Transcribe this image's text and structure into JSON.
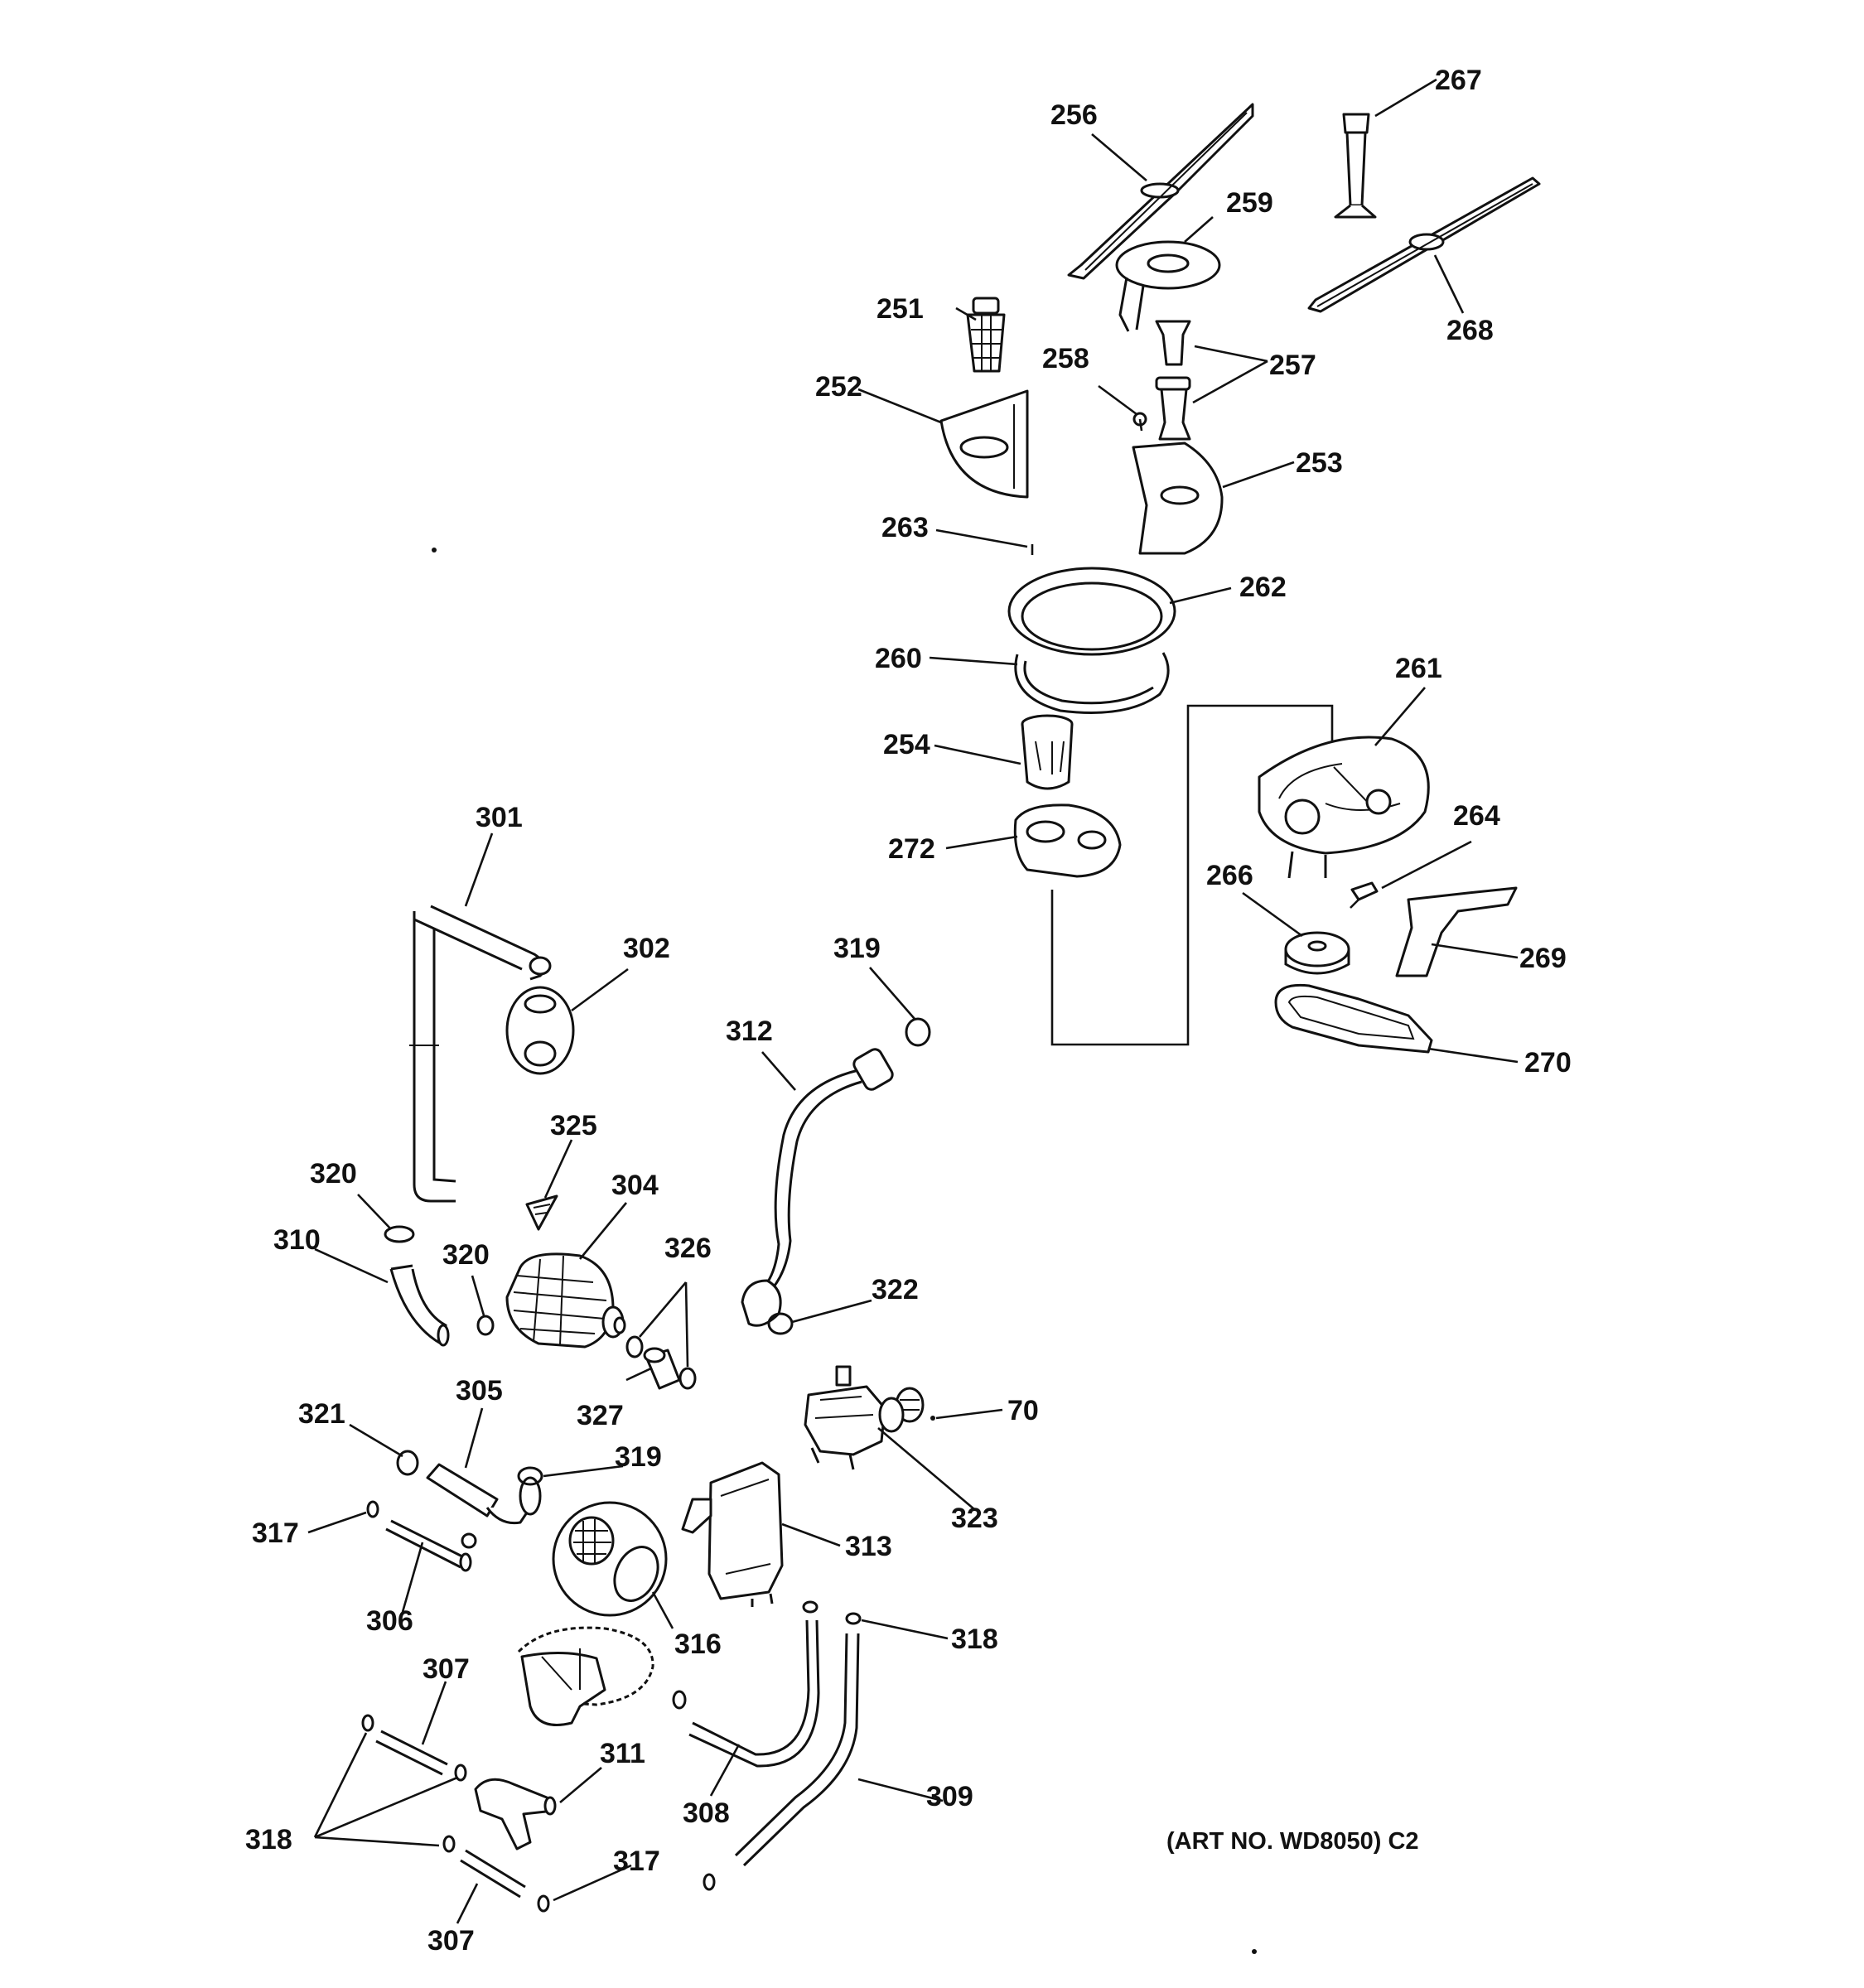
{
  "diagram": {
    "art_number": "(ART NO. WD8050) C2",
    "labels": [
      "256",
      "267",
      "259",
      "251",
      "268",
      "258",
      "257",
      "252",
      "253",
      "263",
      "262",
      "260",
      "261",
      "254",
      "264",
      "272",
      "266",
      "269",
      "270",
      "301",
      "302",
      "319",
      "312",
      "325",
      "304",
      "320",
      "326",
      "310",
      "320",
      "322",
      "305",
      "327",
      "70",
      "321",
      "319",
      "317",
      "323",
      "313",
      "306",
      "318",
      "316",
      "307",
      "311",
      "308",
      "309",
      "318",
      "317",
      "307"
    ]
  }
}
